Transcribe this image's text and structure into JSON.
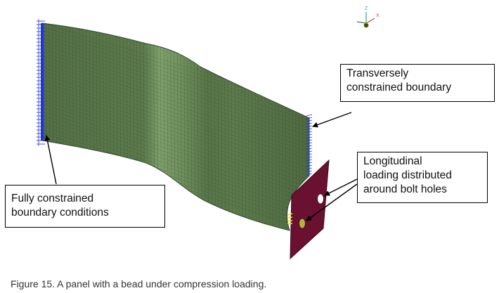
{
  "callouts": {
    "transverse": [
      "Transversely",
      "constrained boundary"
    ],
    "longitudinal": [
      "Longitudinal",
      "loading distributed",
      "around bolt holes"
    ],
    "fully": [
      "Fully constrained",
      "boundary conditions"
    ]
  },
  "caption": "Figure 15. A panel with a bead under compression loading.",
  "triad": {
    "z": "Z",
    "x": "X"
  },
  "colors": {
    "panel": "#5c7a4c",
    "panel_highlight": "#7f9f6d",
    "mesh": "#2f4a2a",
    "constraint": "#1f35e0",
    "load_plate": "#6a1030",
    "load_arrows": "#f2e21c"
  }
}
